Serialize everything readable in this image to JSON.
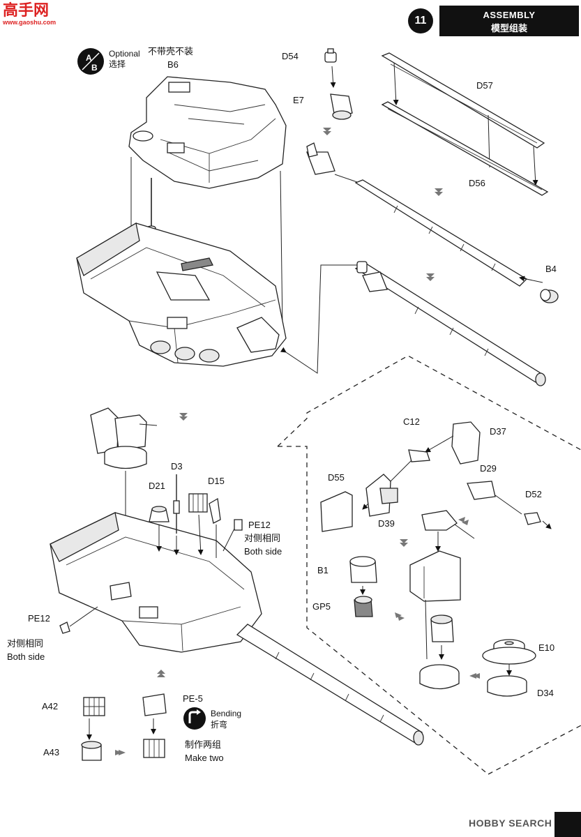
{
  "header": {
    "step_number": "11",
    "title_en": "ASSEMBLY",
    "title_zh": "模型组装"
  },
  "watermark": {
    "site_cn": "高手网",
    "site_url": "www.gaoshu.com",
    "bottom": "HOBBY SEARCH"
  },
  "option": {
    "badge_a": "A",
    "badge_b": "B",
    "label_en": "Optional",
    "label_zh": "选择",
    "note_zh": "不带壳不装"
  },
  "parts": {
    "b6": "B6",
    "d54": "D54",
    "e7": "E7",
    "d57": "D57",
    "d56": "D56",
    "b4": "B4",
    "c12": "C12",
    "d37": "D37",
    "d55": "D55",
    "d29": "D29",
    "d52": "D52",
    "d39": "D39",
    "b1": "B1",
    "gp5": "GP5",
    "e10": "E10",
    "d34": "D34",
    "d3": "D3",
    "d21": "D21",
    "d15": "D15",
    "pe12_right": "PE12",
    "pe12_left": "PE12",
    "a42": "A42",
    "a43": "A43",
    "pe5": "PE-5"
  },
  "notes": {
    "both_side_zh": "对侧相同",
    "both_side_en": "Both side",
    "bending_en": "Bending",
    "bending_zh": "折弯",
    "make_two_zh": "制作两组",
    "make_two_en": "Make two"
  }
}
